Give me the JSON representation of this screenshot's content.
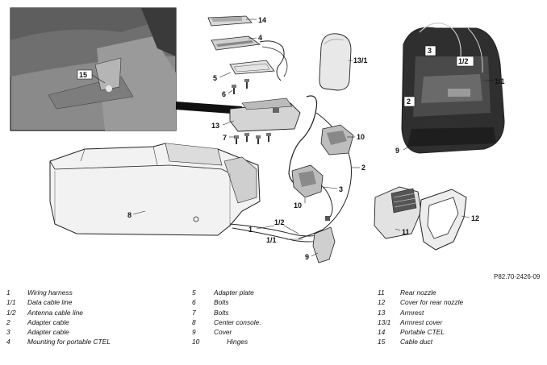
{
  "figure_ref": "P82.70-2426-09",
  "callouts": {
    "c14": "14",
    "c4": "4",
    "c13_1": "13/1",
    "c15": "15",
    "c5": "5",
    "c6": "6",
    "c13": "13",
    "c7": "7",
    "c10a": "10",
    "c2": "2",
    "c8": "8",
    "c3": "3",
    "c10b": "10",
    "c1": "1",
    "c1_2": "1/2",
    "c1_1": "1/1",
    "c9": "9",
    "c11": "11",
    "c12": "12",
    "inset_3": "3",
    "inset_1_2": "1/2",
    "inset_1_1": "1/1",
    "inset_2": "2",
    "inset_9": "9"
  },
  "legend": {
    "col1": [
      {
        "num": "1",
        "text": "Wiring harness"
      },
      {
        "num": "1/1",
        "text": "Data cable line"
      },
      {
        "num": "1/2",
        "text": "Antenna cable line"
      },
      {
        "num": "2",
        "text": "Adapter cable"
      },
      {
        "num": "3",
        "text": "Adapter cable"
      },
      {
        "num": "4",
        "text": "Mounting for portable CTEL"
      }
    ],
    "col2": [
      {
        "num": "5",
        "text": "Adapter plate"
      },
      {
        "num": "6",
        "text": "Bolts"
      },
      {
        "num": "7",
        "text": "Bolts"
      },
      {
        "num": "8",
        "text": "Center console."
      },
      {
        "num": "9",
        "text": "Cover"
      },
      {
        "num": "10",
        "text": "Hinges"
      }
    ],
    "col3": [
      {
        "num": "11",
        "text": "Rear nozzle"
      },
      {
        "num": "12",
        "text": "Cover for rear nozzle"
      },
      {
        "num": "13",
        "text": "Armrest"
      },
      {
        "num": "13/1",
        "text": "Armrest cover"
      },
      {
        "num": "14",
        "text": "Portable CTEL"
      },
      {
        "num": "15",
        "text": "Cable duct"
      }
    ]
  }
}
